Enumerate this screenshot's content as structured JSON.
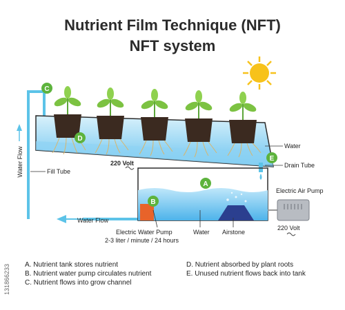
{
  "title": "Nutrient Film Technique (NFT)",
  "subtitle": "NFT system",
  "labels": {
    "water_flow_vertical": "Water Flow",
    "fill_tube": "Fill Tube",
    "water_flow_horizontal": "Water Flow",
    "water_top": "Water",
    "drain_tube": "Drain Tube",
    "volt_top": "220 Volt",
    "electric_air_pump": "Electric Air Pump",
    "volt_bottom": "220 Volt",
    "electric_water_pump": "Electric Water Pump",
    "pump_rate": "2-3 liter / minute / 24 hours",
    "water_bottom": "Water",
    "airstone": "Airstone"
  },
  "markers": {
    "a": "A",
    "b": "B",
    "c": "C",
    "d": "D",
    "e": "E"
  },
  "legend": {
    "a": "A. Nutrient tank stores nutrient",
    "b": "B. Nutrient water pump circulates nutrient",
    "c": "C. Nutrient flows into grow channel",
    "d": "D. Nutrient absorbed by plant roots",
    "e": "E. Unused nutrient flows back into tank"
  },
  "stock_id": "131866233",
  "colors": {
    "tube": "#5cc3e8",
    "water": "#8fd3f4",
    "marker": "#5db33d",
    "pump": "#e8632a",
    "sun": "#f7c21b",
    "leaf": "#7cc242",
    "pot": "#3b2a20"
  }
}
